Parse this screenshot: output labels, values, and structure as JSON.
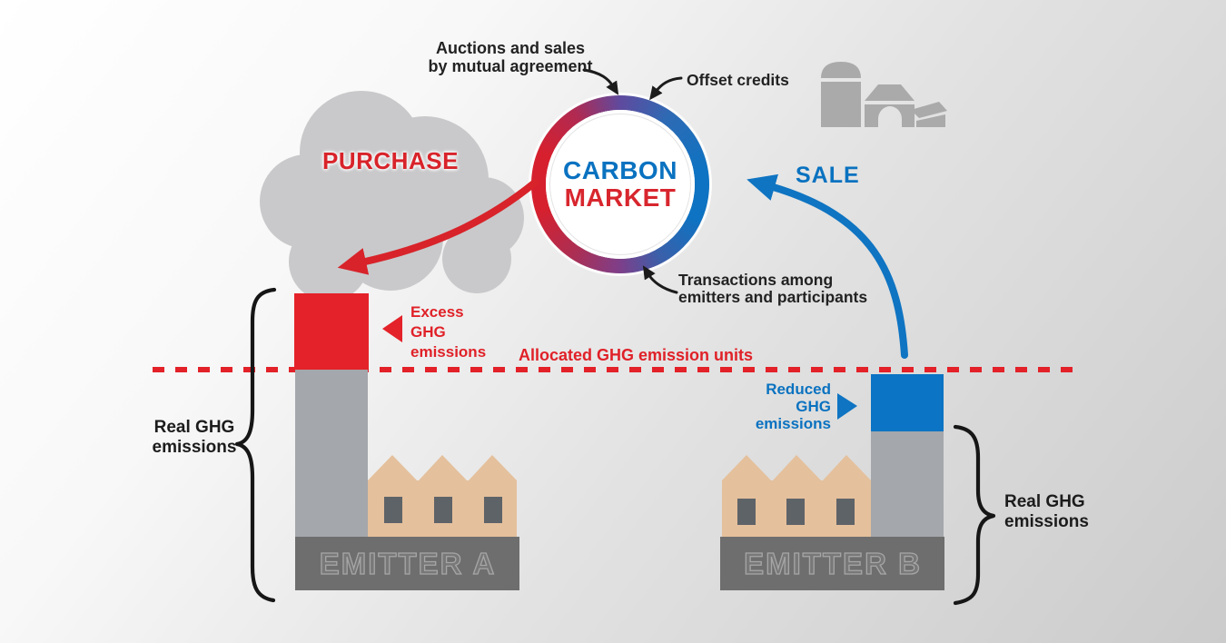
{
  "market_circle": {
    "line1": "CARBON",
    "line2": "MARKET"
  },
  "annotations": {
    "auctions_line1": "Auctions and sales",
    "auctions_line2": "by mutual agreement",
    "offset_credits": "Offset credits",
    "transactions_line1": "Transactions among",
    "transactions_line2": "emitters and participants",
    "purchase": "PURCHASE",
    "sale": "SALE",
    "allocated_line": "Allocated GHG emission units",
    "excess_line1": "Excess",
    "excess_line2": "GHG",
    "excess_line3": "emissions",
    "reduced_line1": "Reduced",
    "reduced_line2": "GHG",
    "reduced_line3": "emissions",
    "real_ghg_line1": "Real GHG",
    "real_ghg_line2": "emissions"
  },
  "emitters": {
    "emitter_a": "EMITTER A",
    "emitter_b": "EMITTER B"
  },
  "colors": {
    "red": "#e02128",
    "blue": "#0b74c4",
    "ring_red": "#d6202e",
    "ring_blue": "#0e73c2",
    "ring_purple": "#5f4a9e",
    "smoke_gray": "#c9c9cb",
    "chimney_gray": "#a4a7ab",
    "building_tan": "#e4c09c",
    "window_gray": "#5e6368",
    "base_gray": "#6e6e6e",
    "farm_gray": "#a9a9a9"
  }
}
